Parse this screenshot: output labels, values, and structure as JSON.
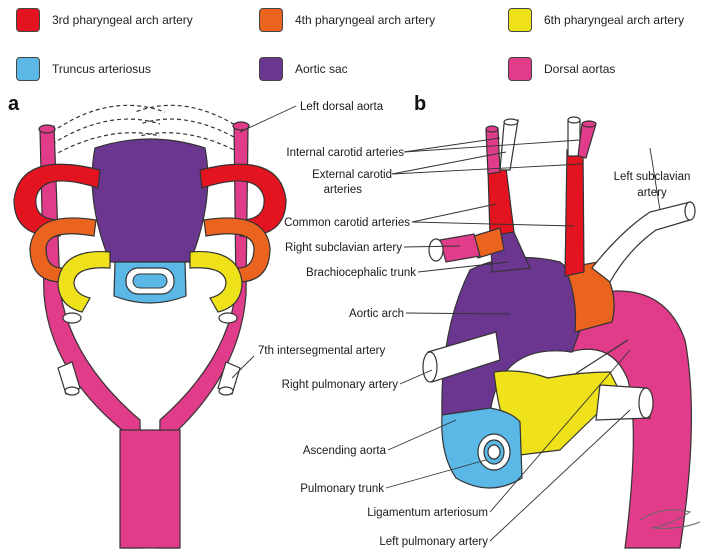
{
  "legend": [
    {
      "label": "3rd pharyngeal arch artery",
      "color": "#e3141f"
    },
    {
      "label": "4th pharyngeal arch artery",
      "color": "#ea6420"
    },
    {
      "label": "6th pharyngeal arch artery",
      "color": "#f0e21a"
    },
    {
      "label": "Truncus arteriosus",
      "color": "#5bb7e6"
    },
    {
      "label": "Aortic sac",
      "color": "#6b3690"
    },
    {
      "label": "Dorsal aortas",
      "color": "#e13c8a"
    }
  ],
  "panels": {
    "a": "a",
    "b": "b"
  },
  "labels_a": {
    "left_dorsal_aorta": "Left dorsal aorta",
    "seventh_intersegmental": "7th intersegmental artery"
  },
  "labels_b": {
    "internal_carotid": "Internal carotid arteries",
    "external_carotid_1": "External carotid",
    "external_carotid_2": "arteries",
    "left_subclavian_1": "Left subclavian",
    "left_subclavian_2": "artery",
    "common_carotid": "Common carotid arteries",
    "right_subclavian": "Right subclavian artery",
    "brachiocephalic": "Brachiocephalic trunk",
    "aortic_arch": "Aortic arch",
    "right_pulmonary": "Right pulmonary artery",
    "ascending_aorta": "Ascending aorta",
    "pulmonary_trunk": "Pulmonary trunk",
    "ligamentum": "Ligamentum arteriosum",
    "left_pulmonary": "Left pulmonary artery"
  }
}
